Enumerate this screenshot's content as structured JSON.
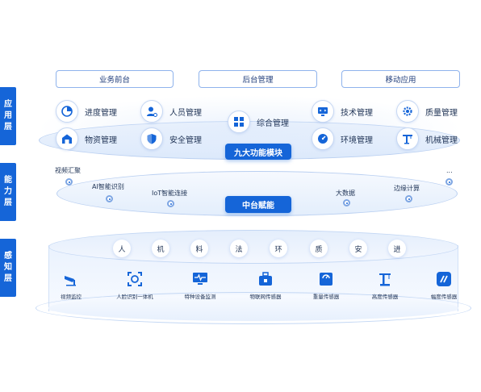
{
  "layers": {
    "application": [
      "应",
      "用",
      "层"
    ],
    "capability": [
      "能",
      "力",
      "层"
    ],
    "perception": [
      "感",
      "知",
      "层"
    ]
  },
  "top_buttons": [
    "业务前台",
    "后台管理",
    "移动应用"
  ],
  "modules": {
    "progress": "进度管理",
    "personnel": "人员管理",
    "comprehensive": "综合管理",
    "technology": "技术管理",
    "quality": "质量管理",
    "materials": "物资管理",
    "safety": "安全管理",
    "environment": "环境管理",
    "machinery": "机械管理"
  },
  "nine_modules_badge": "九大功能模块",
  "middle": {
    "badge": "中台赋能",
    "nodes": [
      "视频汇聚",
      "AI智能识别",
      "IoT智能连接",
      "大数据",
      "边缘计算",
      "..."
    ]
  },
  "perception_chars": [
    "人",
    "机",
    "料",
    "法",
    "环",
    "质",
    "安",
    "进"
  ],
  "sensors": [
    "视频监控",
    "人脸识别一体机",
    "特种设备监测",
    "物联网传感器",
    "重量传感器",
    "高度传感器",
    "幅度传感器"
  ],
  "colors": {
    "primary": "#1565d8",
    "border": "#8fb3ec"
  }
}
